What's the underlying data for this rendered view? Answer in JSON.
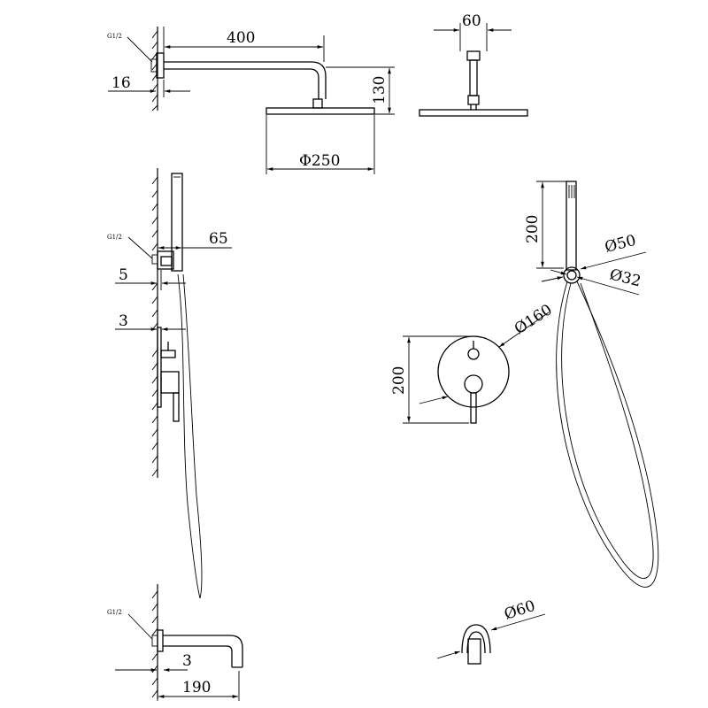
{
  "dimensions": {
    "arm_length": "400",
    "arm_wall_gap": "16",
    "arm_drop": "130",
    "head_diameter": "Φ250",
    "arm_flange_width": "60",
    "holder_depth": "65",
    "holder_wall_gap": "5",
    "valve_wall_gap": "3",
    "handshower_length": "200",
    "hose_outer_diameter": "Ø50",
    "hose_inner_diameter": "Ø32",
    "valve_plate_diameter": "Ø160",
    "valve_plate_height": "200",
    "spout_wall_gap": "3",
    "spout_length": "190",
    "spout_diameter": "Ø60"
  },
  "thread_labels": {
    "arm": "G1/2",
    "holder": "G1/2",
    "spout": "G1/2"
  }
}
